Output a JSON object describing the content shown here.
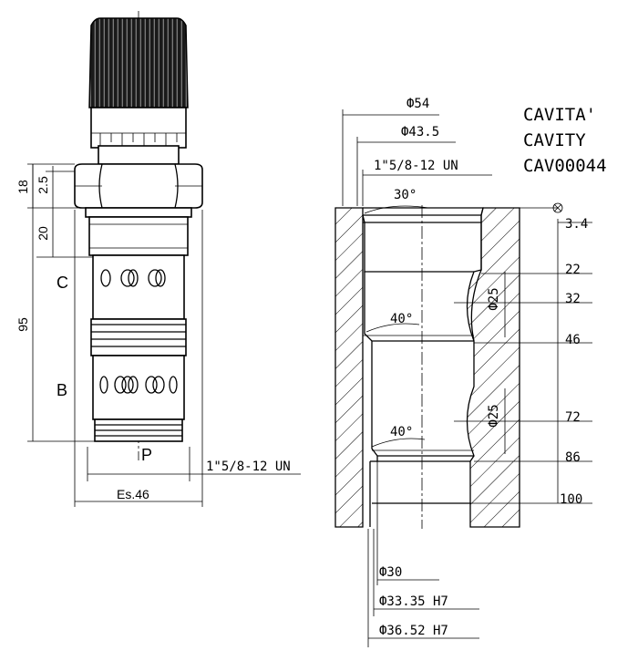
{
  "title": {
    "line1": "CAVITA'",
    "line2": "CAVITY",
    "line3": "CAV00044"
  },
  "valve": {
    "dims": {
      "d18": "18",
      "d2_5": "2.5",
      "d20": "20",
      "d95": "95"
    },
    "ports": {
      "c": "C",
      "b": "B",
      "p": "P"
    },
    "thread": "1\"5/8-12 UN",
    "hex": "Es.46"
  },
  "cavity": {
    "diameters": {
      "d54": "Ф54",
      "d43_5": "Ф43.5",
      "thread": "1\"5/8-12 UN",
      "d30": "Ф30",
      "d33_35": "Ф33.35 H7",
      "d36_52": "Ф36.52 H7",
      "d25a": "Ф25",
      "d25b": "Ф25"
    },
    "angles": {
      "a30": "30°",
      "a40a": "40°",
      "a40b": "40°"
    },
    "depths": [
      "3.4",
      "22",
      "32",
      "46",
      "72",
      "86",
      "100"
    ]
  }
}
